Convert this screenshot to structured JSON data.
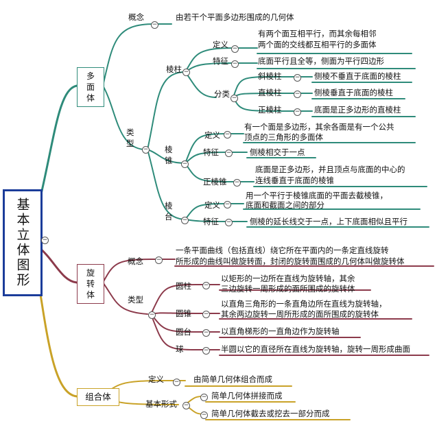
{
  "root": "基本立体图形",
  "polyhedron": {
    "label": "多面体",
    "concept": {
      "label": "概念",
      "text": "由若干个平面多边形围成的几何体"
    },
    "types_label": "类型",
    "prism": {
      "label": "棱柱",
      "definition": {
        "label": "定义",
        "lines": [
          "有两个面互相平行，而其余每相邻",
          "两个面的交线都互相平行的多面体"
        ]
      },
      "feature": {
        "label": "特征",
        "text": "底面平行且全等，侧面为平行四边形"
      },
      "classification": {
        "label": "分类",
        "items": [
          {
            "label": "斜棱柱",
            "text": "侧棱不垂直于底面的棱柱"
          },
          {
            "label": "直棱柱",
            "text": "侧棱垂直于底面的棱柱"
          },
          {
            "label": "正棱柱",
            "text": "底面是正多边形的直棱柱"
          }
        ]
      }
    },
    "pyramid": {
      "label": "棱锥",
      "definition": {
        "label": "定义",
        "lines": [
          "有一个面是多边形，其余各面是有一个公共",
          "顶点的三角形的多面体"
        ]
      },
      "feature": {
        "label": "特征",
        "text": "侧棱相交于一点"
      },
      "regular": {
        "label": "正棱锥",
        "lines": [
          "底面是正多边形，并且顶点与底面的中心的",
          "连线垂直于底面的棱锥"
        ]
      }
    },
    "frustum": {
      "label": "棱台",
      "definition": {
        "label": "定义",
        "lines": [
          "用一个平行于棱锥底面的平面去截棱锥，",
          "底面和截面之间的部分"
        ]
      },
      "feature": {
        "label": "特征",
        "text": "侧棱的延长线交于一点，上下底面相似且平行"
      }
    }
  },
  "revolution": {
    "label": "旋转体",
    "concept": {
      "label": "概念",
      "lines": [
        "一条平面曲线（包括直线）绕它所在平面内的一条定直线旋转",
        "所形成的曲线叫做旋转面，封闭的旋转面围成的几何体叫做旋转体"
      ]
    },
    "types_label": "类型",
    "items": [
      {
        "label": "圆柱",
        "lines": [
          "以矩形的一边所在直线为旋转轴，其余",
          "三边旋转一周形成的面所围成的旋转体"
        ]
      },
      {
        "label": "圆锥",
        "lines": [
          "以直角三角形的一条直角边所在直线为旋转轴，",
          "其余两边旋转一周所形成的面所围成的旋转体"
        ]
      },
      {
        "label": "圆台",
        "lines": [
          "以直角梯形的一直角边作为旋转轴"
        ]
      },
      {
        "label": "球",
        "lines": [
          "半圆以它的直径所在直线为旋转轴，旋转一周形成曲面"
        ]
      }
    ]
  },
  "combination": {
    "label": "组合体",
    "definition": {
      "label": "定义",
      "text": "由简单几何体组合而成"
    },
    "forms": {
      "label": "基本形式",
      "items": [
        "简单几何体拼接而成",
        "简单几何体截去或挖去一部分而成"
      ]
    }
  },
  "colors": {
    "teal": "#2e8b7a",
    "maroon": "#8c3a4b",
    "gold": "#c9a227",
    "root_border": "#1b3c9a"
  }
}
